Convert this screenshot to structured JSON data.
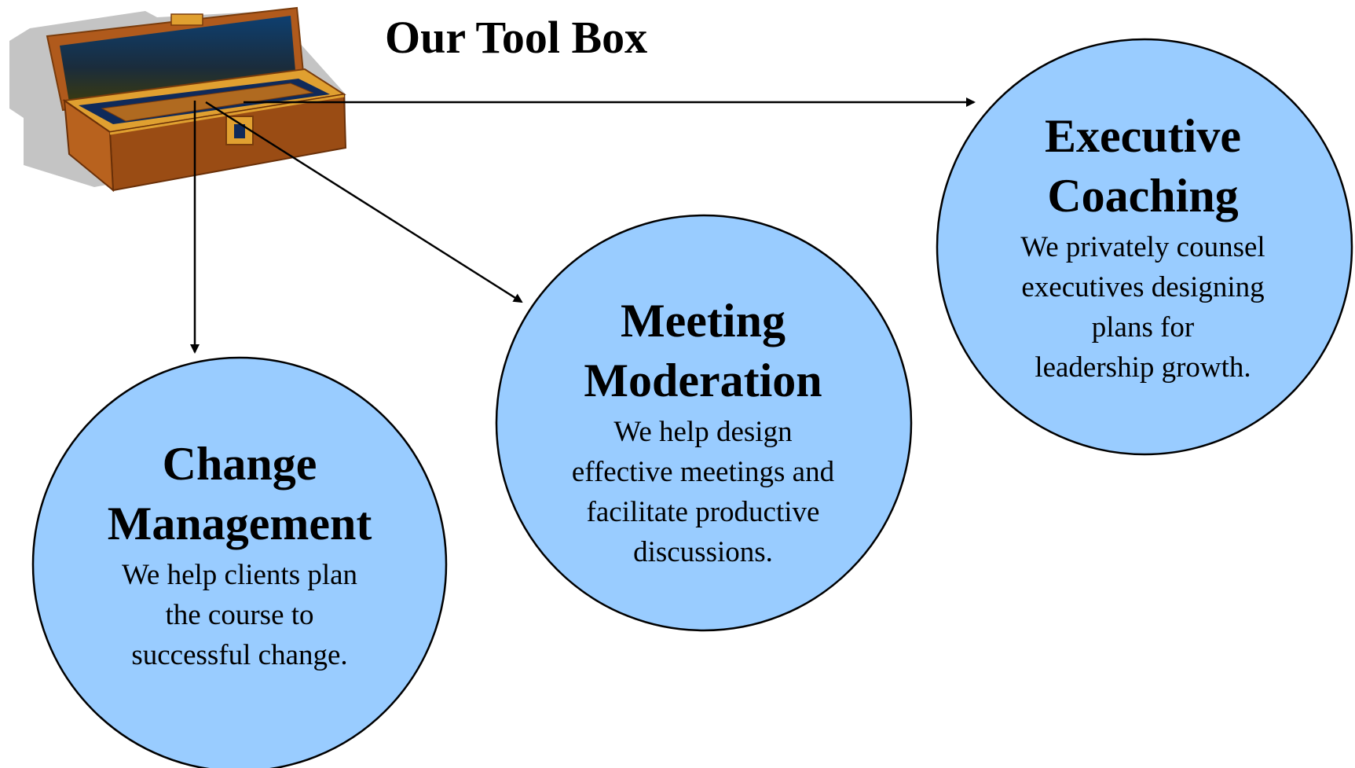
{
  "title": "Our Tool Box",
  "toolbox_icon": "toolbox-icon",
  "colors": {
    "circle_fill": "#99ccff",
    "circle_stroke": "#000000",
    "toolbox_body": "#a0501a",
    "toolbox_trim": "#e0a030",
    "toolbox_inner": "#0f2a5a",
    "shadow": "#c0c0c0"
  },
  "nodes": [
    {
      "id": "change-management",
      "heading_line1": "Change",
      "heading_line2": "Management",
      "body": [
        "We help clients plan",
        "the course to",
        "successful change."
      ]
    },
    {
      "id": "meeting-moderation",
      "heading_line1": "Meeting",
      "heading_line2": "Moderation",
      "body": [
        "We help design",
        "effective meetings and",
        "facilitate productive",
        "discussions."
      ]
    },
    {
      "id": "executive-coaching",
      "heading_line1": "Executive",
      "heading_line2": "Coaching",
      "body": [
        "We privately counsel",
        "executives designing",
        "plans for",
        "leadership growth."
      ]
    }
  ],
  "edges": [
    {
      "from": "toolbox",
      "to": "change-management"
    },
    {
      "from": "toolbox",
      "to": "meeting-moderation"
    },
    {
      "from": "toolbox",
      "to": "executive-coaching"
    }
  ]
}
